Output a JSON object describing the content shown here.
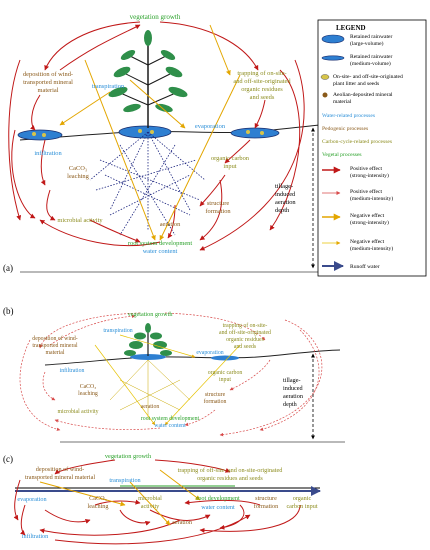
{
  "colors": {
    "water_blue": "#2e7fd1",
    "process_blue": "#2b8fd8",
    "pedogenic_brown": "#8a5a1a",
    "carbon_olive": "#8c8c1e",
    "vegetal_green": "#2aa12a",
    "red_strong": "#c01818",
    "red_medium": "#d84a4a",
    "yellow_strong": "#e3a600",
    "yellow_medium": "#e6c200",
    "runoff": "#3a4b8c",
    "plant": "#2f8f4a",
    "root": "#1a237e"
  },
  "panel_a": {
    "label": "(a)",
    "nodes": {
      "vegetation_growth": "vegetation growth",
      "deposition_line1": "deposition of wind-",
      "deposition_line2": "transported mineral",
      "deposition_line3": "material",
      "transpiration": "transpiration",
      "trapping_line1": "trapping of on-site-",
      "trapping_line2": "and off-site-originated",
      "trapping_line3": "organic residues",
      "trapping_line4": "and seeds",
      "evaporation": "evaporation",
      "infiltration": "infiltration",
      "caco3_line1": "CaCO₃",
      "caco3_line2": "leaching",
      "organic_carbon_line1": "organic carbon",
      "organic_carbon_line2": "input",
      "structure_line1": "structure",
      "structure_line2": "formation",
      "microbial": "microbial activity",
      "aeration": "aeration",
      "root_development": "root system development",
      "water_content": "water content",
      "tillage_line1": "tillage-",
      "tillage_line2": "induced",
      "tillage_line3": "aeration",
      "tillage_line4": "depth"
    }
  },
  "panel_b": {
    "label": "(b)",
    "nodes": {
      "vegetation_growth": "vegetation growth",
      "deposition_line1": "deposition of wind-",
      "deposition_line2": "transported mineral",
      "deposition_line3": "material",
      "transpiration": "transpiration",
      "trapping_line1": "trapping of on-site-",
      "trapping_line2": "and off-site-originated",
      "trapping_line3": "organic residues",
      "trapping_line4": "and seeds",
      "evaporation": "evaporation",
      "infiltration": "infiltration",
      "caco3_line1": "CaCO₃",
      "caco3_line2": "leaching",
      "organic_carbon_line1": "organic carbon",
      "organic_carbon_line2": "input",
      "structure_line1": "structure",
      "structure_line2": "formation",
      "aeration": "aeration",
      "microbial": "microbial activity",
      "root_development": "root system development",
      "water_content": "water content",
      "tillage_line1": "tillage-",
      "tillage_line2": "induced",
      "tillage_line3": "aeration",
      "tillage_line4": "depth"
    }
  },
  "panel_c": {
    "label": "(c)",
    "nodes": {
      "vegetation_growth": "vegetation growth",
      "deposition_line1": "deposition of wind-",
      "deposition_line2": "transported mineral material",
      "transpiration": "transpiration",
      "trapping_line1": "trapping of off-site- and on-site-originated",
      "trapping_line2": "organic residues and seeds",
      "evaporation": "evaporation",
      "caco3_line1": "CaCO₃",
      "caco3_line2": "leaching",
      "microbial_line1": "microbial",
      "microbial_line2": "activity",
      "root_development": "root development",
      "water_content": "water content",
      "structure_line1": "structure",
      "structure_line2": "formation",
      "organic_carbon_line1": "organic",
      "organic_carbon_line2": "carbon input",
      "aeration": "aeration",
      "infiltration": "infiltration"
    }
  },
  "legend": {
    "title": "LEGEND",
    "retained_large_line1": "Retained rainwater",
    "retained_large_line2": "(large-volume)",
    "retained_medium_line1": "Retained rainwater",
    "retained_medium_line2": "(medium-volume)",
    "litter_line1": "On-site- and off-site-originated",
    "litter_line2": "plant litter and seeds",
    "aeolian_line1": "Aeolian-deposited mineral",
    "aeolian_line2": "material",
    "water_processes": "Water-related processes",
    "pedogenic_processes": "Pedogenic processes",
    "carbon_processes": "Carbon-cycle-related processes",
    "vegetal_processes": "Vegetal processes",
    "pos_strong_line1": "Positive effect",
    "pos_strong_line2": "(strong-intensity)",
    "pos_medium_line1": "Positive effect",
    "pos_medium_line2": "(medium-intensity)",
    "neg_strong_line1": "Negative effect",
    "neg_strong_line2": "(strong-intensity)",
    "neg_medium_line1": "Negative effect",
    "neg_medium_line2": "(medium-intensity)",
    "runoff": "Runoff water"
  }
}
